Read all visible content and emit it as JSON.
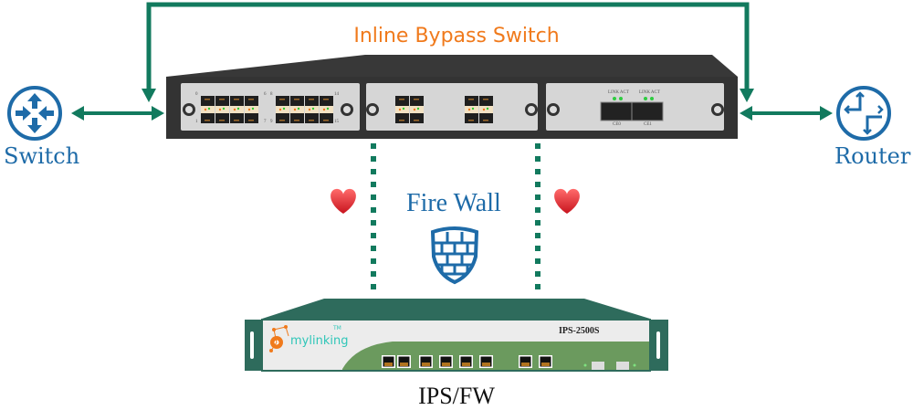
{
  "diagram": {
    "title": "Inline Bypass Switch",
    "left_node": {
      "label": "Switch",
      "icon": "switch-icon"
    },
    "right_node": {
      "label": "Router",
      "icon": "router-icon"
    },
    "middle": {
      "label": "Fire Wall",
      "icon": "firewall-shield-icon",
      "heart_icon": "heart-icon"
    },
    "device": {
      "label": "IPS/FW",
      "brand": "mylinking",
      "trademark": "TM",
      "model": "IPS-2500S"
    },
    "bypass_switch_modules": {
      "module1_port_labels_top": [
        "0",
        "6",
        "8",
        "14"
      ],
      "module1_port_labels_bottom": [
        "1",
        "7",
        "9",
        "15"
      ],
      "module3_led_labels": [
        "LINK ACT",
        "LINK ACT"
      ],
      "module3_port_labels": [
        "CE0",
        "CE1"
      ]
    },
    "colors": {
      "link_green": "#127a5e",
      "title_orange": "#f07a1c",
      "label_blue": "#1e6ba8",
      "chassis_dark": "#383838",
      "device_green": "#2e6b5c"
    }
  }
}
